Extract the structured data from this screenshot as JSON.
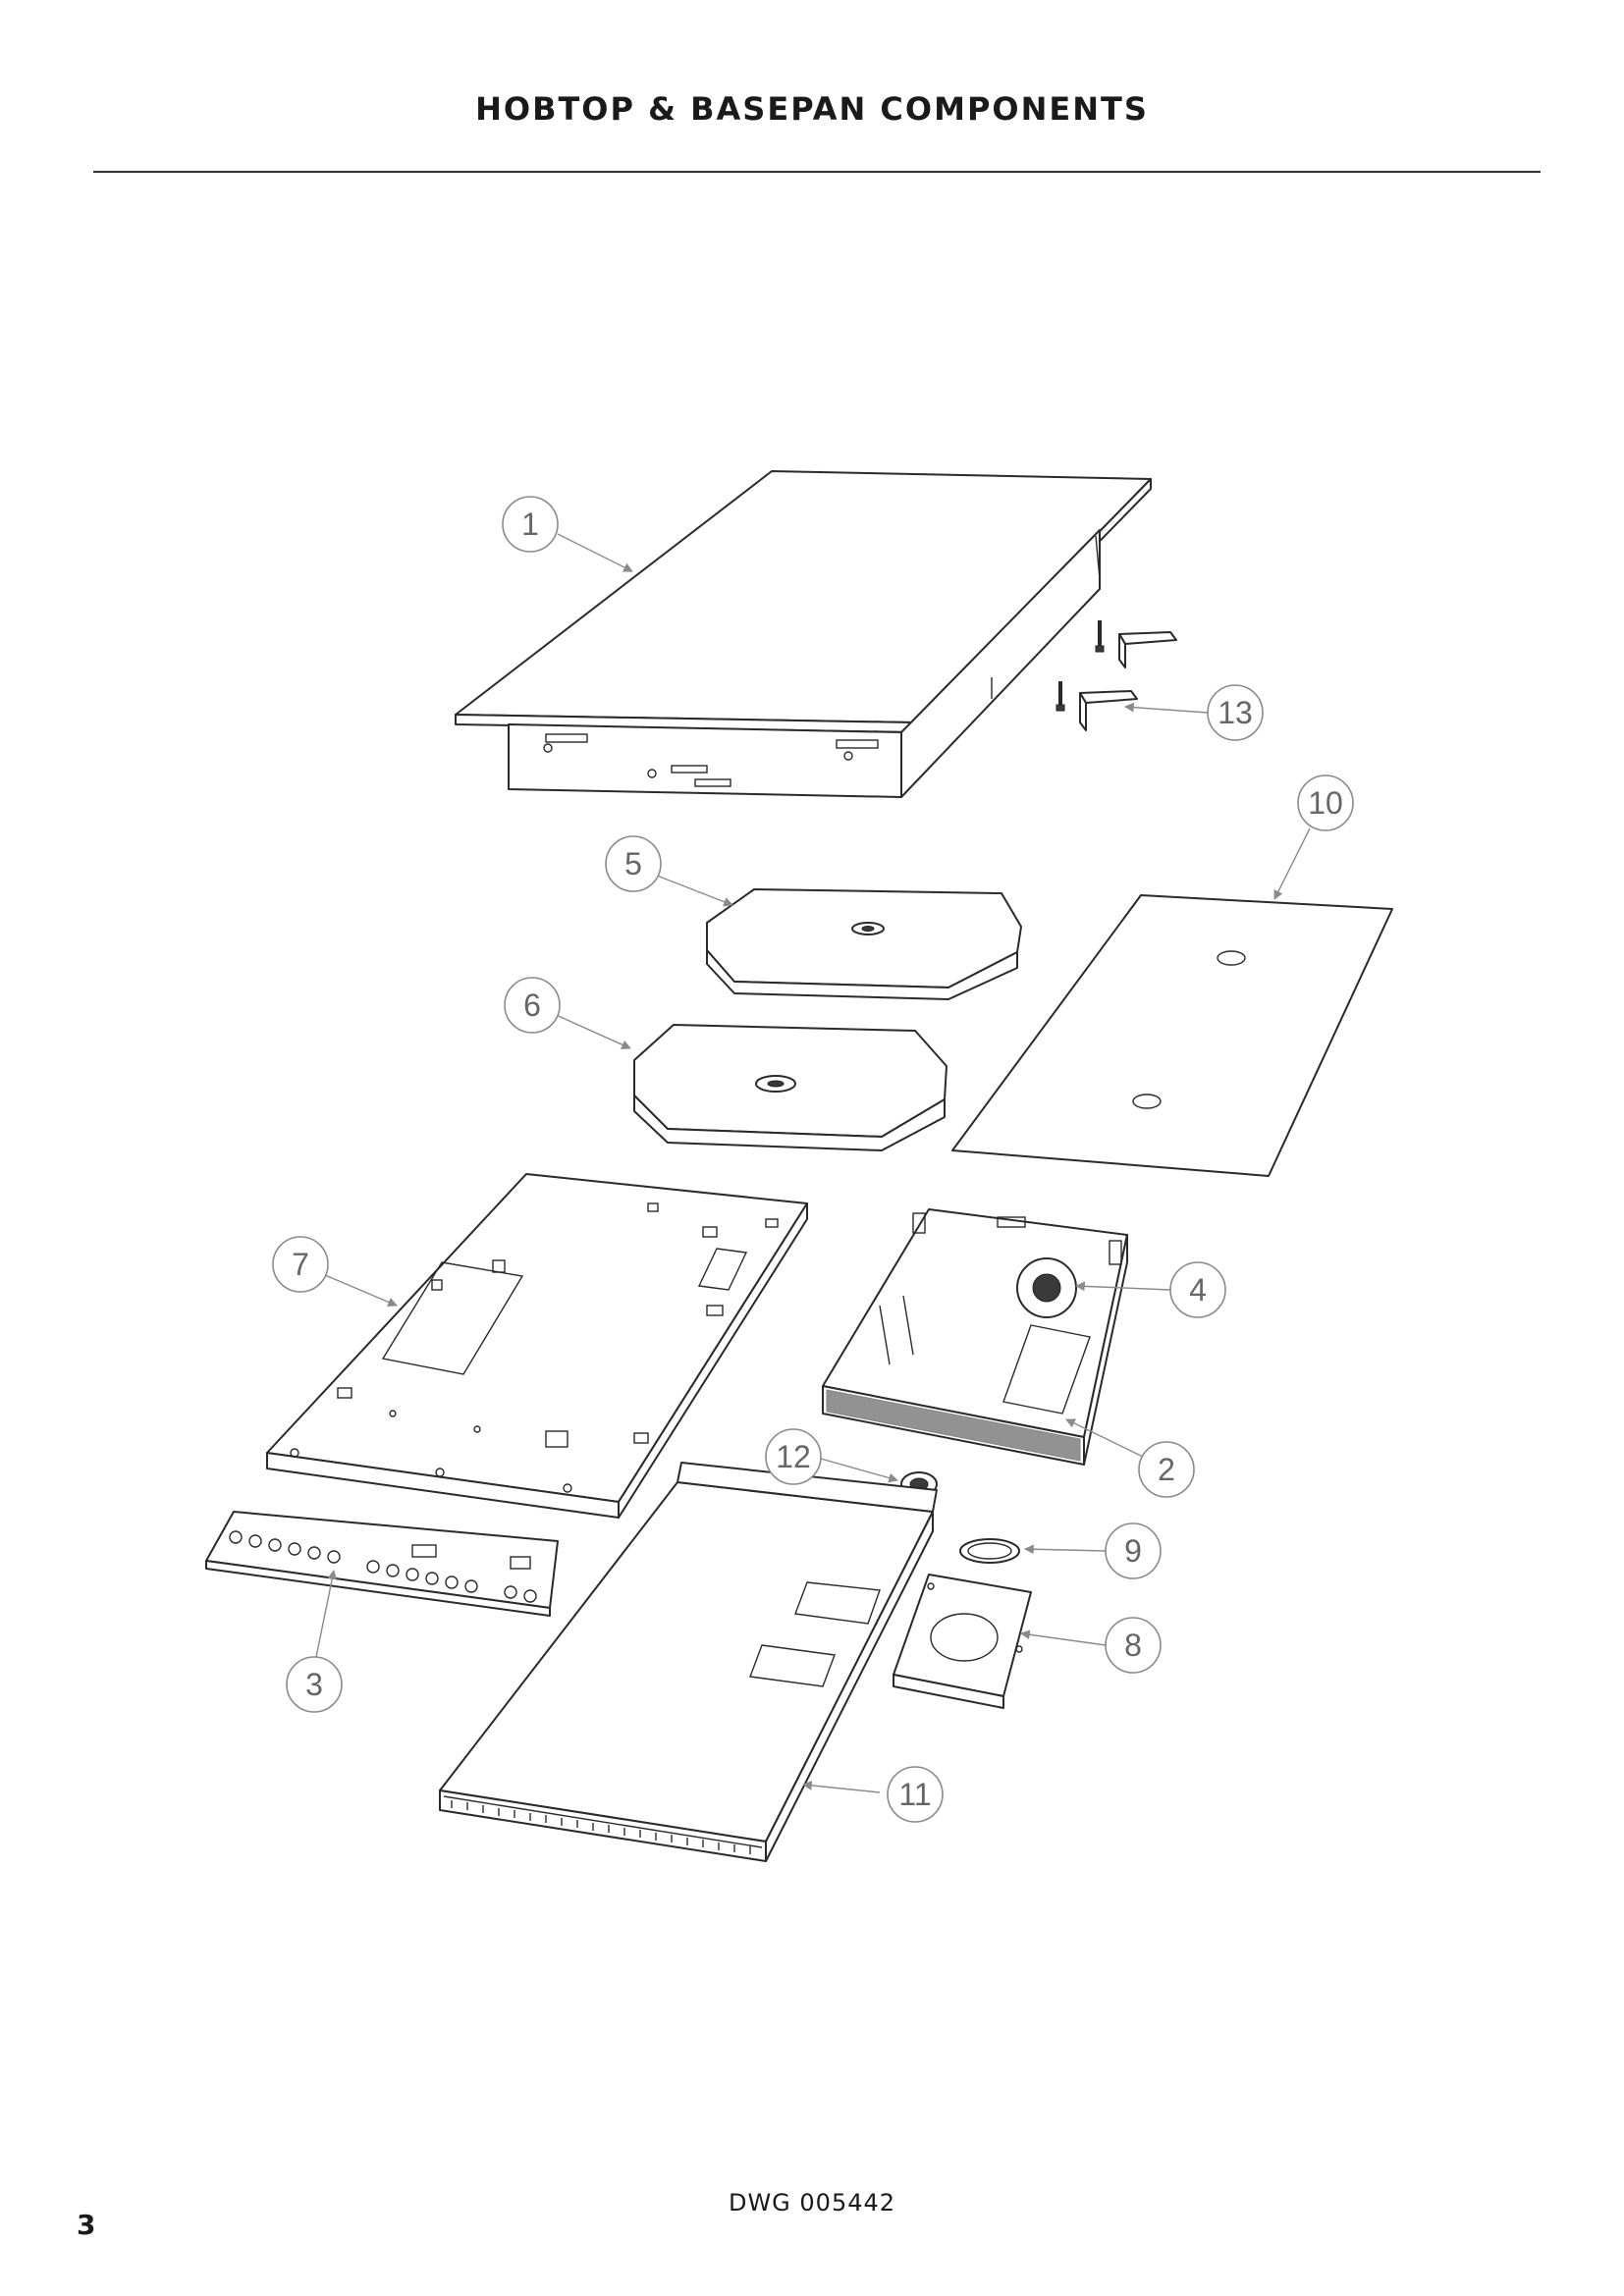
{
  "page": {
    "title": "HOBTOP & BASEPAN COMPONENTS",
    "drawing_number": "DWG 005442",
    "page_number": "3"
  },
  "callouts": [
    {
      "id": "c1",
      "label": "1"
    },
    {
      "id": "c2",
      "label": "2"
    },
    {
      "id": "c3",
      "label": "3"
    },
    {
      "id": "c4",
      "label": "4"
    },
    {
      "id": "c5",
      "label": "5"
    },
    {
      "id": "c6",
      "label": "6"
    },
    {
      "id": "c7",
      "label": "7"
    },
    {
      "id": "c8",
      "label": "8"
    },
    {
      "id": "c9",
      "label": "9"
    },
    {
      "id": "c10",
      "label": "10"
    },
    {
      "id": "c11",
      "label": "11"
    },
    {
      "id": "c12",
      "label": "12"
    },
    {
      "id": "c13",
      "label": "13"
    }
  ]
}
